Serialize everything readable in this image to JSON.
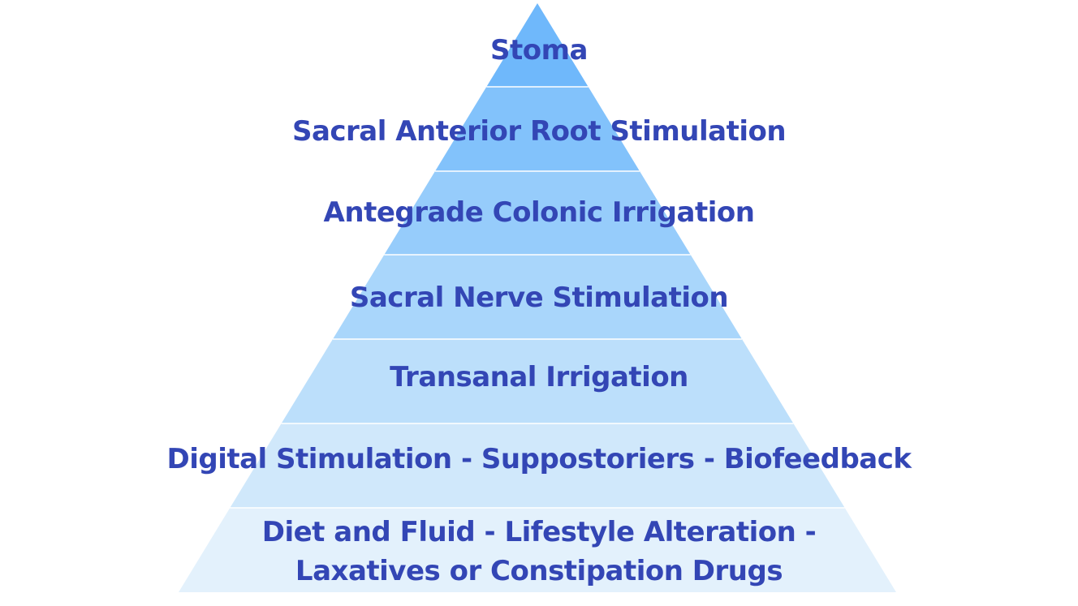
{
  "pyramid": {
    "tiers": [
      {
        "lines": [
          "Stoma"
        ],
        "color": "#6fb8fb"
      },
      {
        "lines": [
          "Sacral Anterior Root Stimulation"
        ],
        "color": "#82c2fb"
      },
      {
        "lines": [
          "Antegrade Colonic Irrigation"
        ],
        "color": "#96ccfb"
      },
      {
        "lines": [
          "Sacral Nerve Stimulation"
        ],
        "color": "#a9d6fb"
      },
      {
        "lines": [
          "Transanal Irrigation"
        ],
        "color": "#bcdffb"
      },
      {
        "lines": [
          "Digital Stimulation - Suppostoriers - Biofeedback"
        ],
        "color": "#d0e8fb"
      },
      {
        "lines": [
          "Diet and Fluid - Lifestyle Alteration -",
          "Laxatives or Constipation Drugs"
        ],
        "color": "#e3f1fc"
      }
    ],
    "text_color": "#3346b5"
  }
}
